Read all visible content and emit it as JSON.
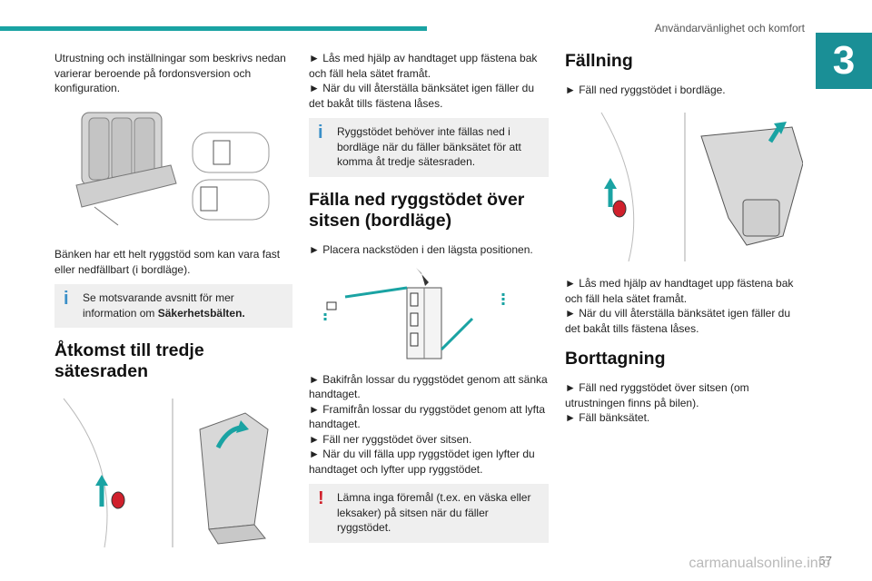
{
  "header": {
    "section_title": "Användarvänlighet och komfort",
    "chapter_number": "3"
  },
  "col1": {
    "intro": "Utrustning och inställningar som beskrivs nedan varierar beroende på fordonsversion och konfiguration.",
    "bench_text": "Bänken har ett helt ryggstöd som kan vara fast eller nedfällbart (i bordläge).",
    "note_text": "Se motsvarande avsnitt för mer information om",
    "note_bold": "Säkerhetsbälten.",
    "heading": "Åtkomst till tredje sätesraden"
  },
  "col2": {
    "step1": "► Lås med hjälp av handtaget upp fästena bak och fäll hela sätet framåt.",
    "step2": "► När du vill återställa bänksätet igen fäller du det bakåt tills fästena låses.",
    "note": "Ryggstödet behöver inte fällas ned i bordläge när du fäller bänksätet för att komma åt tredje sätesraden.",
    "heading": "Fälla ned ryggstödet över sitsen (bordläge)",
    "step3": "► Placera nackstöden i den lägsta positionen.",
    "step4": "► Bakifrån lossar du ryggstödet genom att sänka handtaget.",
    "step5": "► Framifrån lossar du ryggstödet genom att lyfta handtaget.",
    "step6": "► Fäll ner ryggstödet över sitsen.",
    "step7": "► När du vill fälla upp ryggstödet igen lyfter du handtaget och lyfter upp ryggstödet.",
    "warning": "Lämna inga föremål (t.ex. en väska eller leksaker) på sitsen när du fäller ryggstödet."
  },
  "col3": {
    "heading1": "Fällning",
    "step1": "► Fäll ned ryggstödet i bordläge.",
    "step2": "► Lås med hjälp av handtaget upp fästena bak och fäll hela sätet framåt.",
    "step3": "► När du vill återställa bänksätet igen fäller du det bakåt tills fästena låses.",
    "heading2": "Borttagning",
    "step4": "► Fäll ned ryggstödet över sitsen (om utrustningen finns på bilen).",
    "step5": "► Fäll bänksätet."
  },
  "footer": {
    "page_number": "57",
    "watermark": "carmanualsonline.info"
  },
  "colors": {
    "accent": "#1aa3a3",
    "chapter_tab": "#1a8f96",
    "info": "#3a8fc8",
    "warning": "#d01f2a",
    "handle_red": "#d0202c"
  }
}
